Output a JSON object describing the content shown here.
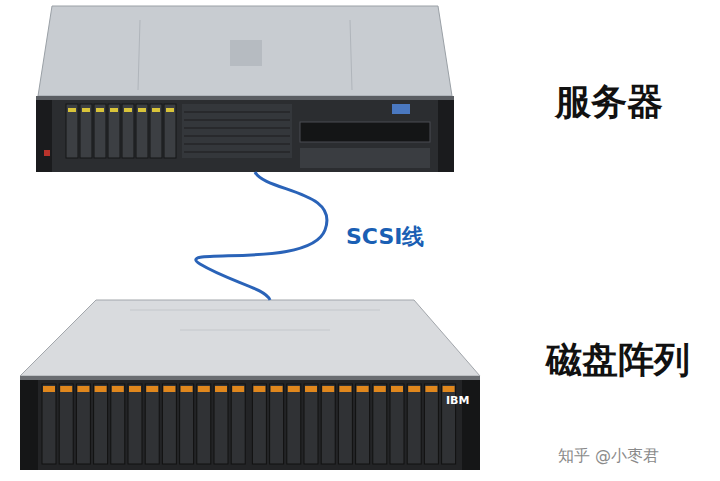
{
  "diagram": {
    "nodes": [
      {
        "text": [
          "服务器"
        ]
      },
      {
        "text": [
          "磁盘阵列"
        ]
      }
    ],
    "edges": [
      {
        "from": 0,
        "to": 1,
        "label": "SCSI线",
        "arrow": "none"
      }
    ],
    "labels": [
      "IBM",
      "知乎 @小枣君"
    ]
  }
}
